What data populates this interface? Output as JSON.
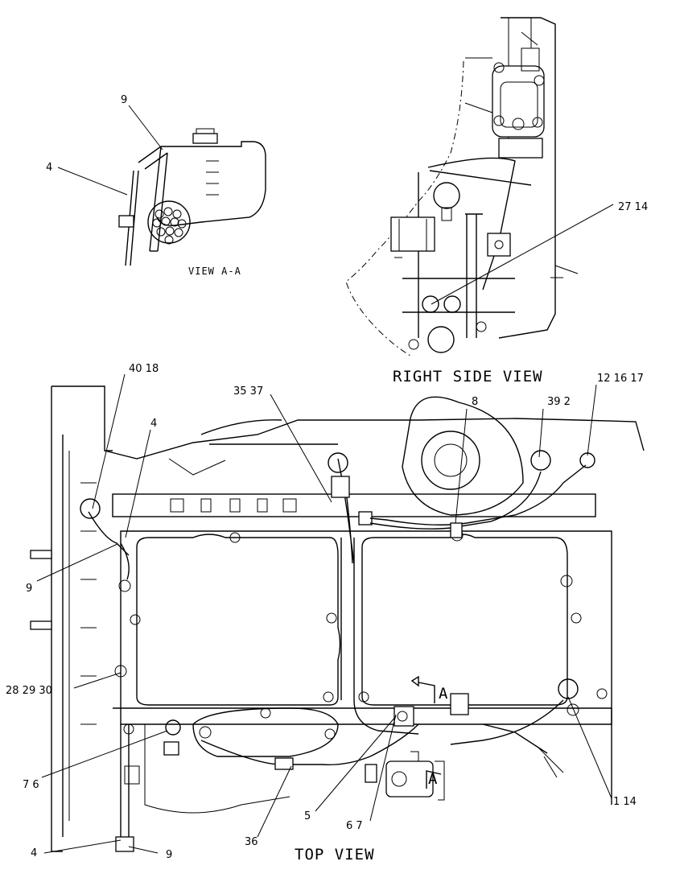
{
  "views": {
    "section": "VIEW A-A",
    "right_side": "RIGHT SIDE VIEW",
    "top": "TOP VIEW"
  },
  "section_marker": "A",
  "callouts": {
    "view_aa_9": "9",
    "view_aa_4": "4",
    "rs_27_14": "27  14",
    "c_40_18": "40  18",
    "c_4_upper": "4",
    "c_35_37": "35  37",
    "c_8": "8",
    "c_39_2": "39  2",
    "c_12_16_17": "12  16  17",
    "c_9_left": "9",
    "c_28_29_30": "28  29  30",
    "c_7_6": "7  6",
    "c_1_14": "1  14",
    "c_5": "5",
    "c_6_7": "6  7",
    "c_36": "36",
    "c_4_lower": "4",
    "c_9_lower": "9"
  }
}
